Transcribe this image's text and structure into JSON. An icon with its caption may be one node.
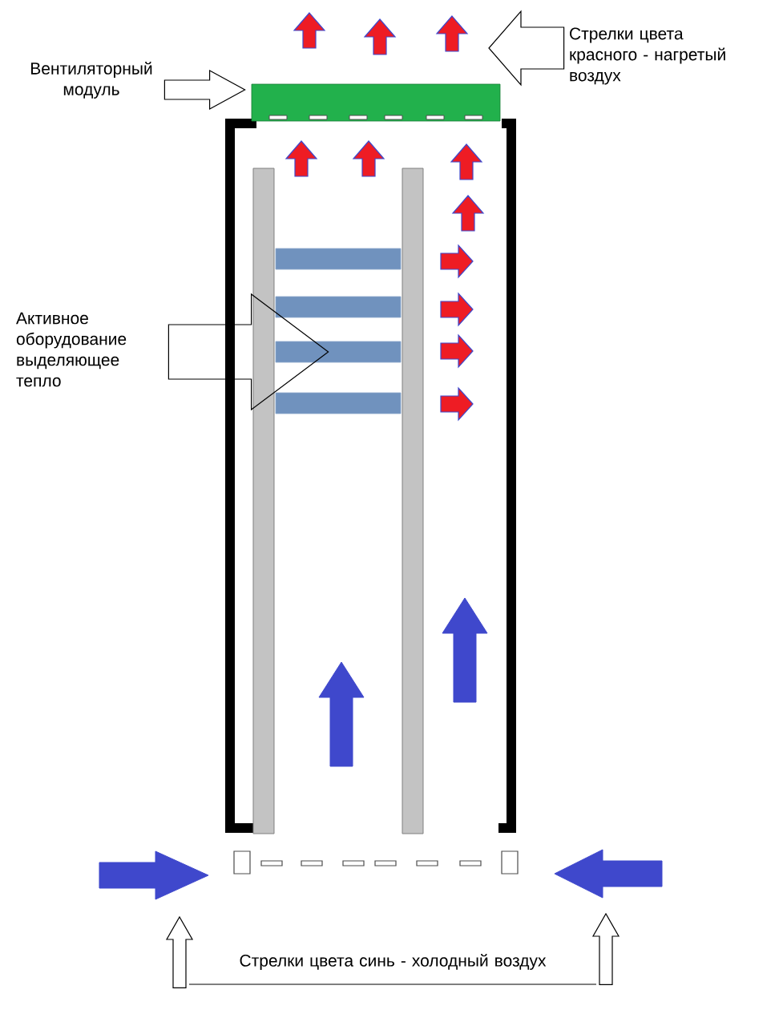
{
  "diagram": {
    "nodes": [
      {
        "text": [
          "Вентиляторный модуль"
        ]
      },
      {
        "text": [],
        "shape": "box"
      },
      {
        "text": [
          "Стрелки цвета красного - нагретый воздух"
        ]
      },
      {
        "text": [
          "Активное оборудование выделяющее тепло"
        ]
      },
      {
        "text": [],
        "shape": "bar"
      },
      {
        "text": [],
        "shape": "bar"
      },
      {
        "text": [],
        "shape": "bar"
      },
      {
        "text": [],
        "shape": "bar"
      },
      {
        "text": [
          "Стрелки цвета синь - холодный воздух"
        ]
      }
    ],
    "edges": [
      {
        "from": 0,
        "to": 1,
        "arrow": "to"
      },
      {
        "from": 2,
        "to": null,
        "arrow": "to"
      },
      {
        "from": 3,
        "to": 6,
        "arrow": "to"
      },
      {
        "from": 8,
        "to": null,
        "arrow": "to"
      },
      {
        "from": 8,
        "to": null,
        "arrow": "to"
      }
    ]
  }
}
